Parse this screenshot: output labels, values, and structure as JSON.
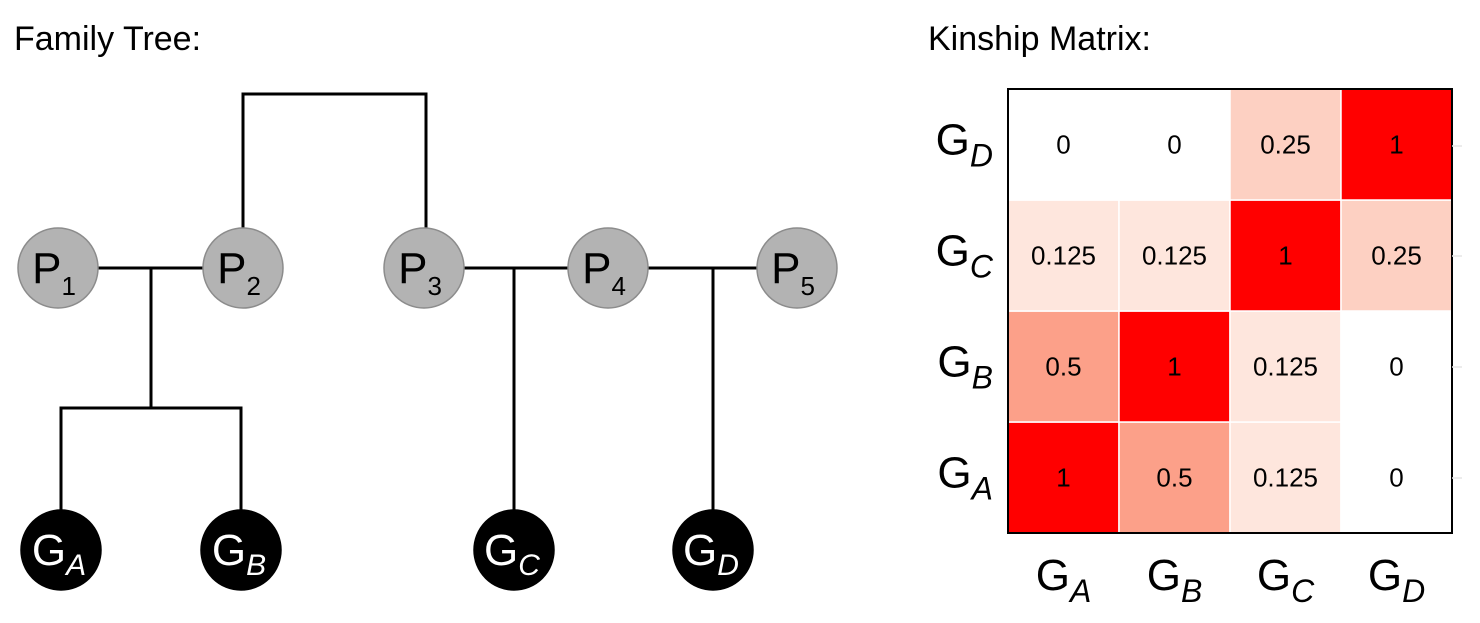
{
  "family_tree": {
    "title": "Family Tree:",
    "parents": [
      {
        "id": "P1",
        "base": "P",
        "sub": "1"
      },
      {
        "id": "P2",
        "base": "P",
        "sub": "2"
      },
      {
        "id": "P3",
        "base": "P",
        "sub": "3"
      },
      {
        "id": "P4",
        "base": "P",
        "sub": "4"
      },
      {
        "id": "P5",
        "base": "P",
        "sub": "5"
      }
    ],
    "children": [
      {
        "id": "GA",
        "base": "G",
        "sub": "A"
      },
      {
        "id": "GB",
        "base": "G",
        "sub": "B"
      },
      {
        "id": "GC",
        "base": "G",
        "sub": "C"
      },
      {
        "id": "GD",
        "base": "G",
        "sub": "D"
      }
    ],
    "colors": {
      "parent_fill": "#b3b3b3",
      "parent_stroke": "#8c8c8c",
      "child_fill": "#000000",
      "edge": "#000000"
    }
  },
  "kinship_matrix": {
    "title": "Kinship Matrix:",
    "labels": [
      {
        "base": "G",
        "sub": "A"
      },
      {
        "base": "G",
        "sub": "B"
      },
      {
        "base": "G",
        "sub": "C"
      },
      {
        "base": "G",
        "sub": "D"
      }
    ],
    "values": [
      [
        "1",
        "0.5",
        "0.125",
        "0"
      ],
      [
        "0.5",
        "1",
        "0.125",
        "0"
      ],
      [
        "0.125",
        "0.125",
        "1",
        "0.25"
      ],
      [
        "0",
        "0",
        "0.25",
        "1"
      ]
    ],
    "colors": {
      "1": "#ff0000",
      "0.5": "#fca089",
      "0.25": "#fdd0c2",
      "0.125": "#fee6dd",
      "0": "#ffffff"
    }
  }
}
